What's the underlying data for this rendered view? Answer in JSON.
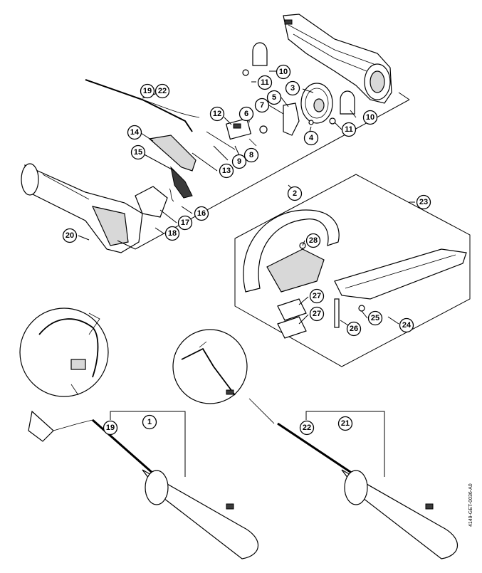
{
  "doc_code": "4149-GET-0036-A0",
  "callouts": [
    {
      "id": "c1",
      "label": "1"
    },
    {
      "id": "c2",
      "label": "2"
    },
    {
      "id": "c3",
      "label": "3"
    },
    {
      "id": "c4",
      "label": "4"
    },
    {
      "id": "c5",
      "label": "5"
    },
    {
      "id": "c6",
      "label": "6"
    },
    {
      "id": "c7",
      "label": "7"
    },
    {
      "id": "c8",
      "label": "8"
    },
    {
      "id": "c9",
      "label": "9"
    },
    {
      "id": "c10a",
      "label": "10"
    },
    {
      "id": "c10b",
      "label": "10"
    },
    {
      "id": "c11a",
      "label": "11"
    },
    {
      "id": "c11b",
      "label": "11"
    },
    {
      "id": "c12",
      "label": "12"
    },
    {
      "id": "c13",
      "label": "13"
    },
    {
      "id": "c14",
      "label": "14"
    },
    {
      "id": "c15",
      "label": "15"
    },
    {
      "id": "c16",
      "label": "16"
    },
    {
      "id": "c17",
      "label": "17"
    },
    {
      "id": "c18",
      "label": "18"
    },
    {
      "id": "c19a",
      "label": "19"
    },
    {
      "id": "c22a",
      "label": "22"
    },
    {
      "id": "c19b",
      "label": "19"
    },
    {
      "id": "c20",
      "label": "20"
    },
    {
      "id": "c21",
      "label": "21"
    },
    {
      "id": "c22b",
      "label": "22"
    },
    {
      "id": "c23",
      "label": "23"
    },
    {
      "id": "c24",
      "label": "24"
    },
    {
      "id": "c25",
      "label": "25"
    },
    {
      "id": "c26",
      "label": "26"
    },
    {
      "id": "c27a",
      "label": "27"
    },
    {
      "id": "c27b",
      "label": "27"
    },
    {
      "id": "c28",
      "label": "28"
    }
  ]
}
